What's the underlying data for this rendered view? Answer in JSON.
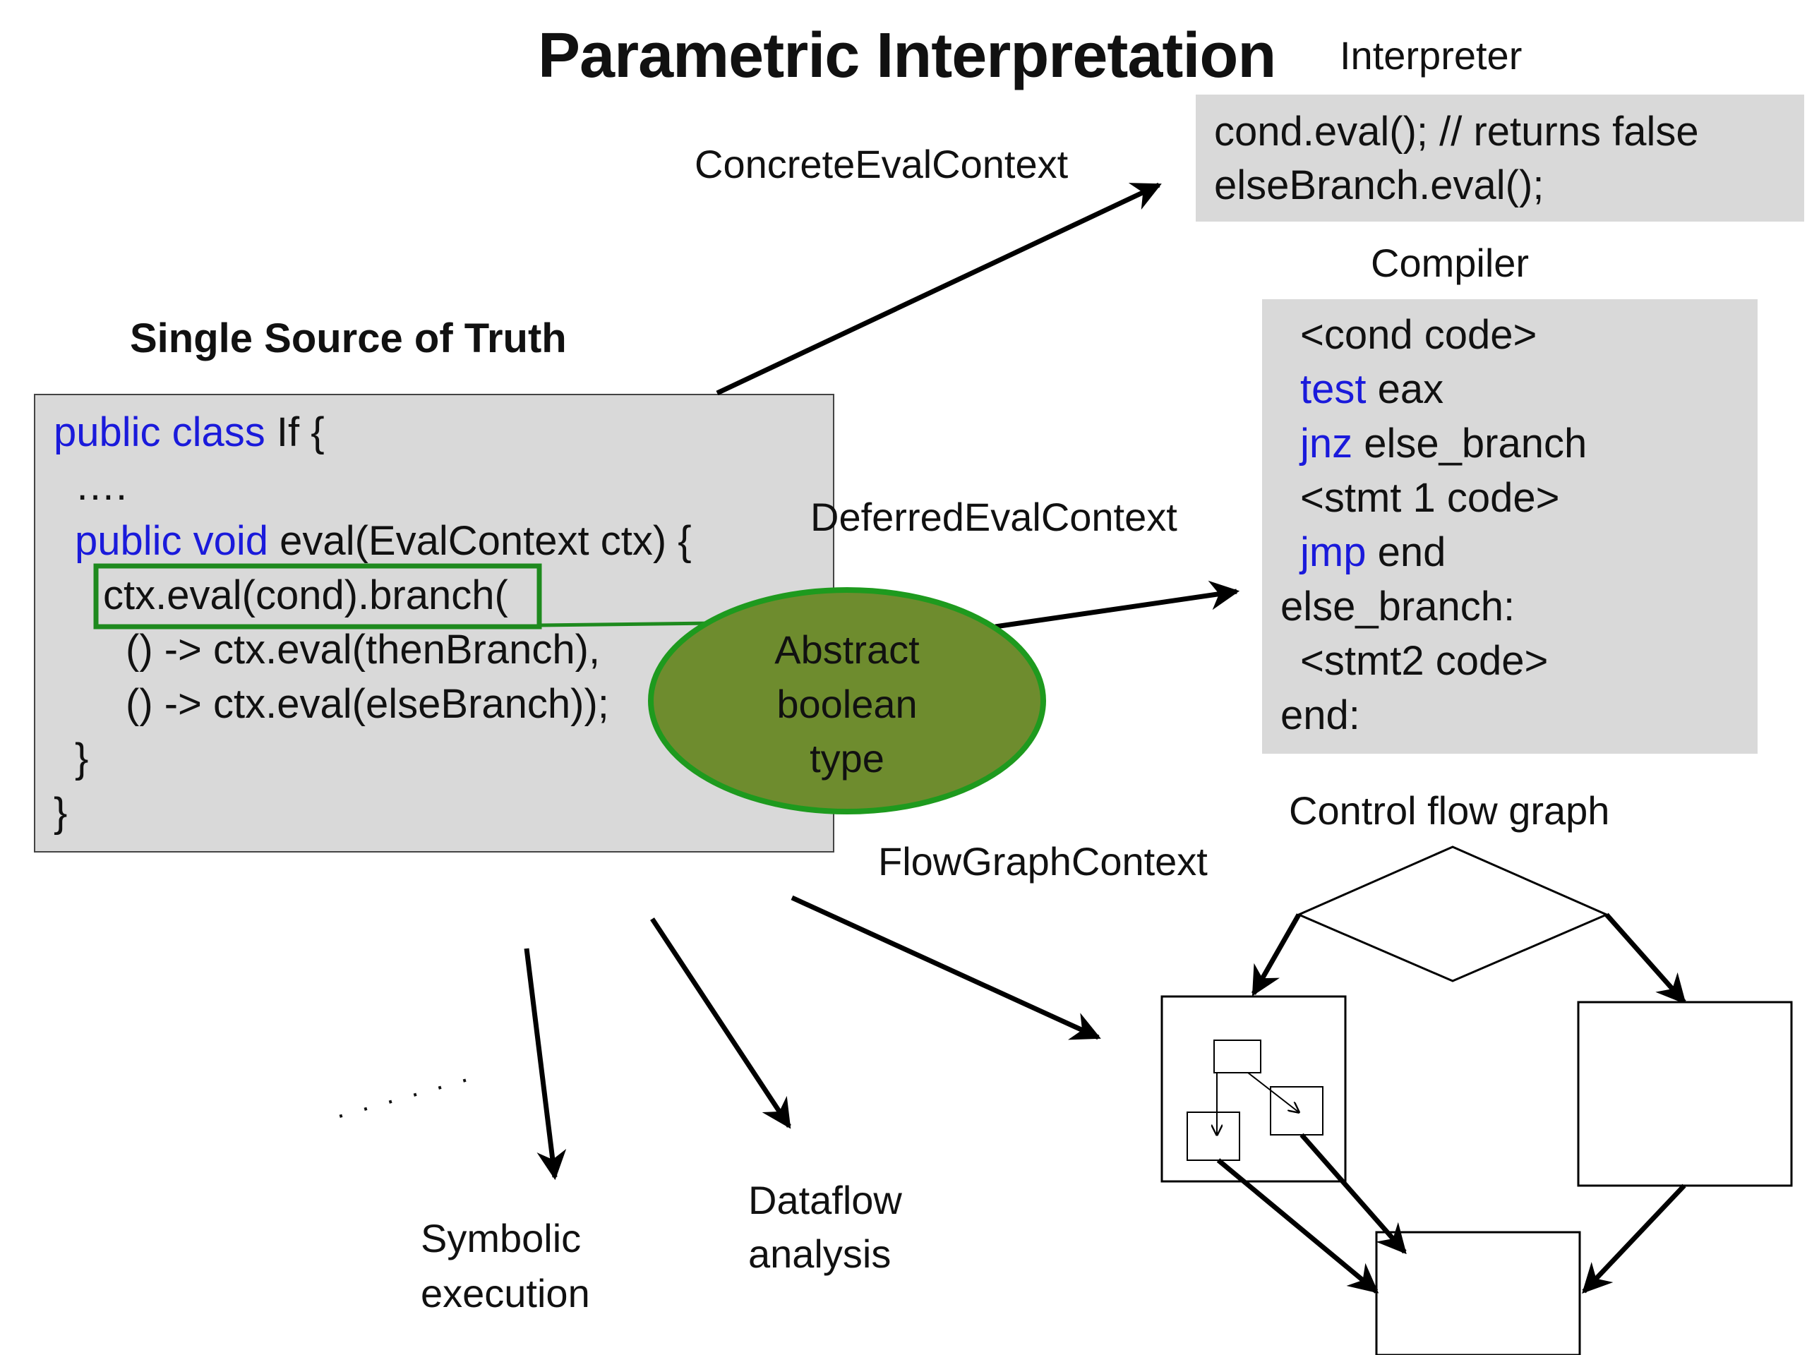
{
  "title": "Parametric Interpretation",
  "interpreter": {
    "label": "Interpreter",
    "lines": [
      "cond.eval(); // returns false",
      "elseBranch.eval();"
    ]
  },
  "compiler": {
    "label": "Compiler",
    "lines": [
      {
        "kw": "",
        "text": "<cond code>"
      },
      {
        "kw": "test",
        "text": " eax"
      },
      {
        "kw": "jnz",
        "text": " else_branch"
      },
      {
        "kw": "",
        "text": "<stmt 1 code>"
      },
      {
        "kw": "jmp",
        "text": " end"
      },
      {
        "kw": "",
        "text": "else_branch:"
      },
      {
        "kw": "",
        "text": "<stmt2 code>"
      },
      {
        "kw": "",
        "text": "end:"
      }
    ]
  },
  "source": {
    "heading": "Single Source of Truth",
    "line1_kw": "public class",
    "line1_text": " If {",
    "line2": "….",
    "line3_kw": "public void",
    "line3_text": " eval(EvalContext ctx) {",
    "line4": "ctx.eval(cond).branch(",
    "line5": "() -> ctx.eval(thenBranch),",
    "line6": "() -> ctx.eval(elseBranch));",
    "line7": "}",
    "line8": "}"
  },
  "contexts": {
    "concrete": "ConcreteEvalContext",
    "deferred": "DeferredEvalContext",
    "flowgraph": "FlowGraphContext"
  },
  "abstract_type": {
    "line1": "Abstract",
    "line2": "boolean",
    "line3": "type"
  },
  "cfg_label": "Control flow graph",
  "outputs": {
    "symbolic_1": "Symbolic",
    "symbolic_2": "execution",
    "dataflow_1": "Dataflow",
    "dataflow_2": "analysis",
    "dots": "· · · · · ·"
  },
  "colors": {
    "box_bg": "#d9d9d9",
    "keyword": "#1a1adb",
    "highlight_border": "#1e8a1e",
    "ellipse_fill": "#6e8c2e",
    "ellipse_border": "#1e9a1e"
  }
}
